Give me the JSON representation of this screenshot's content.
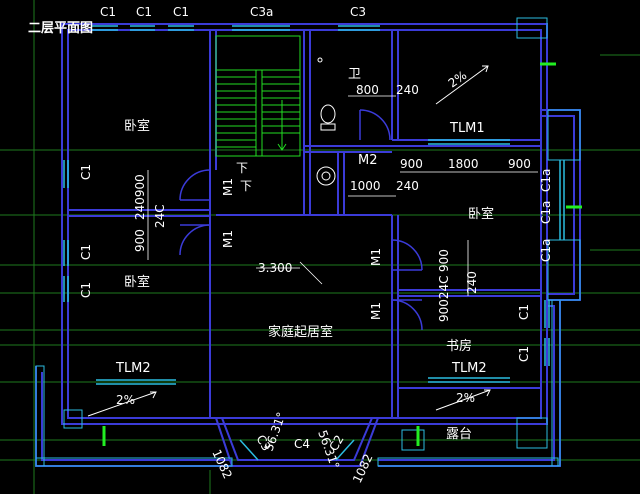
{
  "title": "二层平面图",
  "rooms": {
    "bedroom_nw": "卧室",
    "bedroom_w": "卧室",
    "bedroom_e": "卧室",
    "bathroom": "卫",
    "family_room": "家庭起居室",
    "study": "书房",
    "terrace": "露台"
  },
  "windows": {
    "top_1": "C1",
    "top_2": "C1",
    "top_3": "C1",
    "top_4": "C3a",
    "top_5": "C3",
    "left_1": "C1",
    "left_2": "C1",
    "left_3": "C1",
    "right_1": "C1a",
    "right_2": "C1a",
    "right_3": "C1a",
    "study_1": "C1",
    "study_2": "C1",
    "bottom_1": "C3",
    "bottom_2": "C4",
    "bottom_3": "C2",
    "tlm1": "TLM1",
    "tlm2_w": "TLM2",
    "tlm2_e": "TLM2"
  },
  "doors": {
    "m1_stair": "M1",
    "m1_w": "M1",
    "m1_e": "M1",
    "m1_se": "M1",
    "m2": "M2"
  },
  "stair_labels": {
    "down_1": "下",
    "down_2": "下"
  },
  "slopes": {
    "ne": "2%",
    "sw": "2%",
    "se": "2%"
  },
  "elevation": "3.300",
  "dims": {
    "d800": "800",
    "d240a": "240",
    "d1000": "1000",
    "d240b": "240",
    "d900a": "900",
    "d1800": "1800",
    "d900b": "900",
    "d240900": "240900",
    "d24c": "24C",
    "d900c": "900",
    "d900d": "900",
    "d90024c": "90024C",
    "d240c": "240",
    "a5631l": "56.31°",
    "a5631r": "56.31°",
    "d1082l": "1082",
    "d1082r": "1082"
  },
  "colors": {
    "wall": "#3b3bd8",
    "hatch": "#2bbde0",
    "stair": "#22dd22",
    "grid": "#1e7a1e",
    "text": "#ffffff"
  }
}
